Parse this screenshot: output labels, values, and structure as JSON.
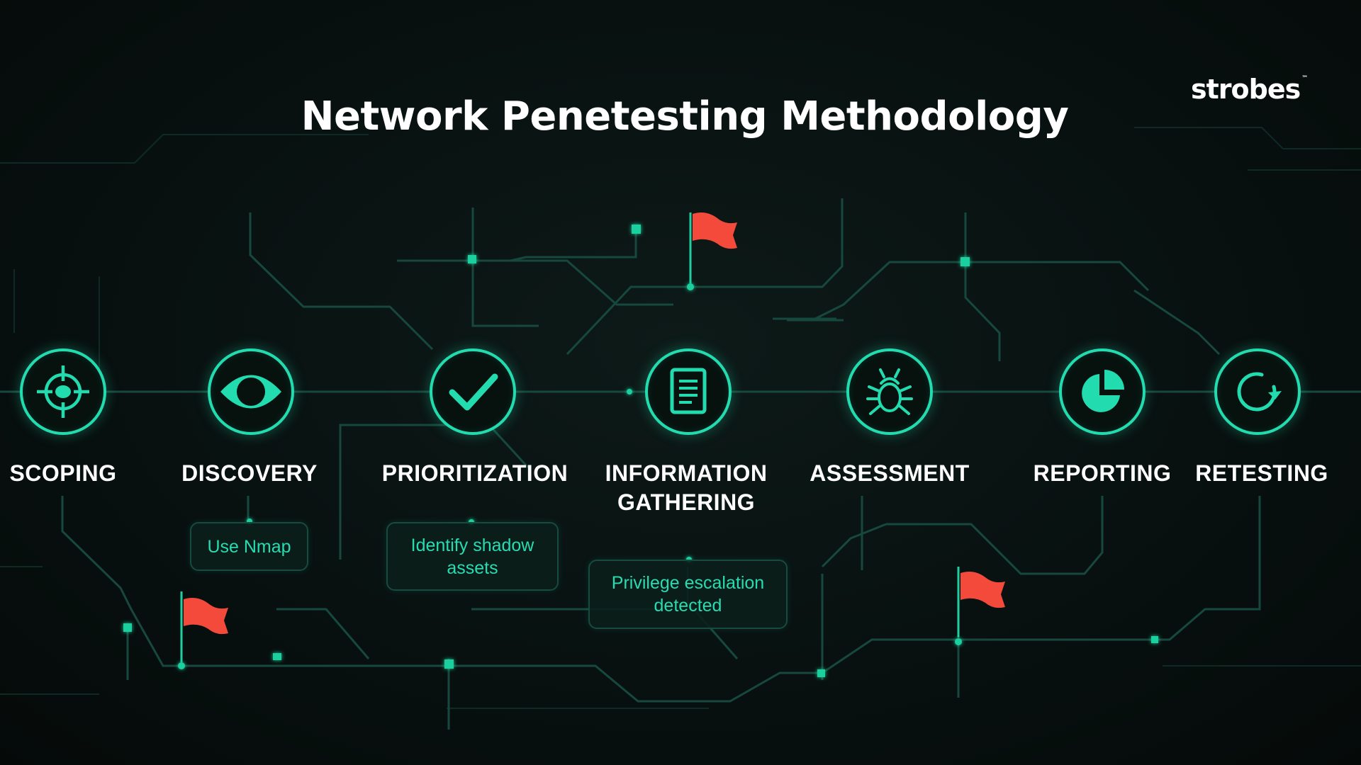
{
  "title": "Network Penetesting Methodology",
  "logo": {
    "text": "strobes",
    "trademark": "™"
  },
  "steps": [
    {
      "label": "SCOPING",
      "icon": "crosshair-icon"
    },
    {
      "label": "DISCOVERY",
      "icon": "eye-icon"
    },
    {
      "label": "PRIORITIZATION",
      "icon": "checkmark-icon"
    },
    {
      "label": "INFORMATION\nGATHERING",
      "icon": "document-icon"
    },
    {
      "label": "ASSESSMENT",
      "icon": "bug-icon"
    },
    {
      "label": "REPORTING",
      "icon": "pie-chart-icon"
    },
    {
      "label": "RETESTING",
      "icon": "refresh-icon"
    }
  ],
  "notes": [
    {
      "text": "Use Nmap",
      "step": "DISCOVERY"
    },
    {
      "text": "Identify shadow assets",
      "step": "PRIORITIZATION"
    },
    {
      "text": "Privilege escalation detected",
      "step": "INFORMATION GATHERING"
    }
  ],
  "flags": [
    {
      "icon": "red-flag-icon"
    },
    {
      "icon": "red-flag-icon"
    },
    {
      "icon": "red-flag-icon"
    }
  ],
  "colors": {
    "accent": "#22dcb0",
    "flag": "#f44a3b",
    "background": "#07100f",
    "title_text": "#ffffff"
  }
}
